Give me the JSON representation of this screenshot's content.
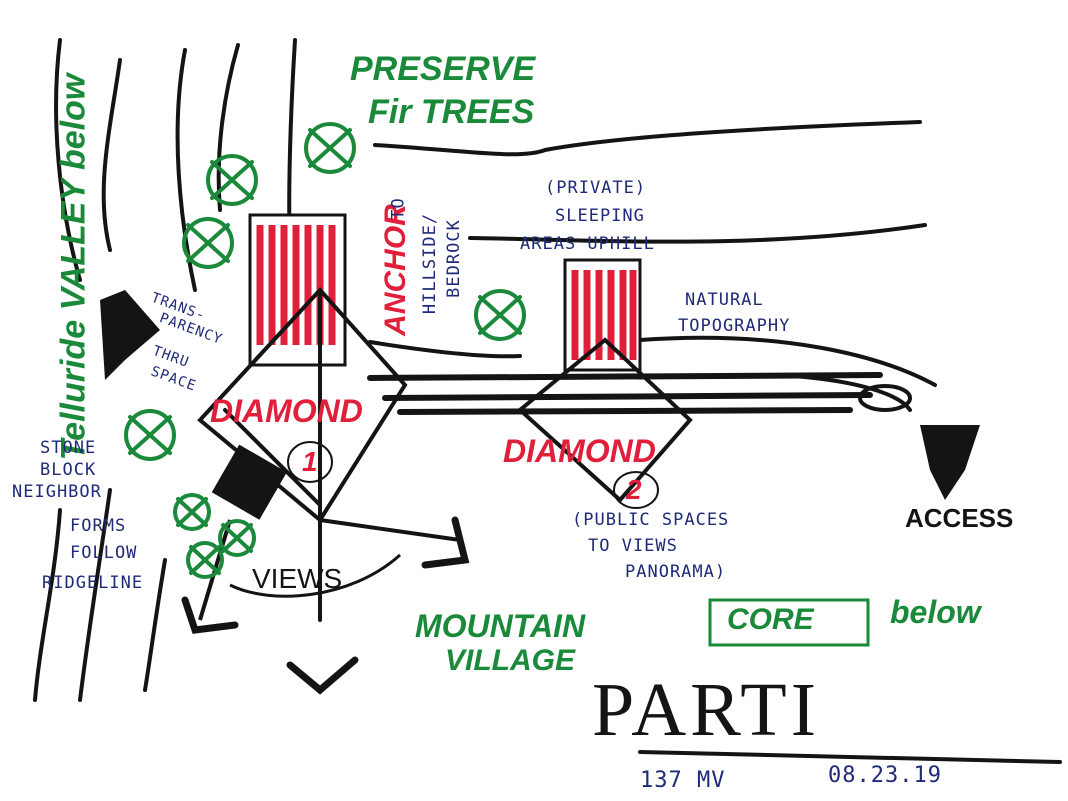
{
  "colors": {
    "ink_black": "#141414",
    "ink_red": "#e0203a",
    "ink_green": "#1a8a3a",
    "ink_blue": "#1f2a78",
    "paper": "#ffffff"
  },
  "labels": {
    "valley": "Telluride VALLEY below",
    "preserve_line1": "PRESERVE",
    "preserve_line2": "Fir TREES",
    "anchor": "ANCHOR",
    "hillside_line1": "TO",
    "hillside_line2": "HILLSIDE/",
    "hillside_line3": "BEDROCK",
    "private_line1": "(PRIVATE)",
    "private_line2": "SLEEPING",
    "private_line3": "AREAS UPHILL",
    "natural_line1": "NATURAL",
    "natural_line2": "TOPOGRAPHY",
    "trans_line1": "TRANS-",
    "trans_line2": "PARENCY",
    "trans_line3": "THRU",
    "trans_line4": "SPACE",
    "diamond1": "DIAMOND",
    "diamond1_num": "1",
    "diamond2": "DIAMOND",
    "diamond2_num": "2",
    "stone_line1": "STONE",
    "stone_line2": "BLOCK",
    "stone_line3": "NEIGHBOR",
    "forms_line1": "FORMS",
    "forms_line2": "FOLLOW",
    "forms_line3": "RIDGELINE",
    "views": "VIEWS",
    "public_line1": "(PUBLIC SPACES",
    "public_line2": "TO VIEWS",
    "public_line3": "PANORAMA)",
    "access": "ACCESS",
    "mountain_line1": "MOUNTAIN",
    "mountain_line2": "VILLAGE",
    "core": "CORE",
    "below": "below",
    "parti": "PARTI",
    "project": "137 MV",
    "date": "08.23.19"
  },
  "icons": {
    "tree": "fir-tree-x-symbol",
    "view_arrow": "view-arrow-icon",
    "access_arrow": "access-arrow-icon"
  }
}
